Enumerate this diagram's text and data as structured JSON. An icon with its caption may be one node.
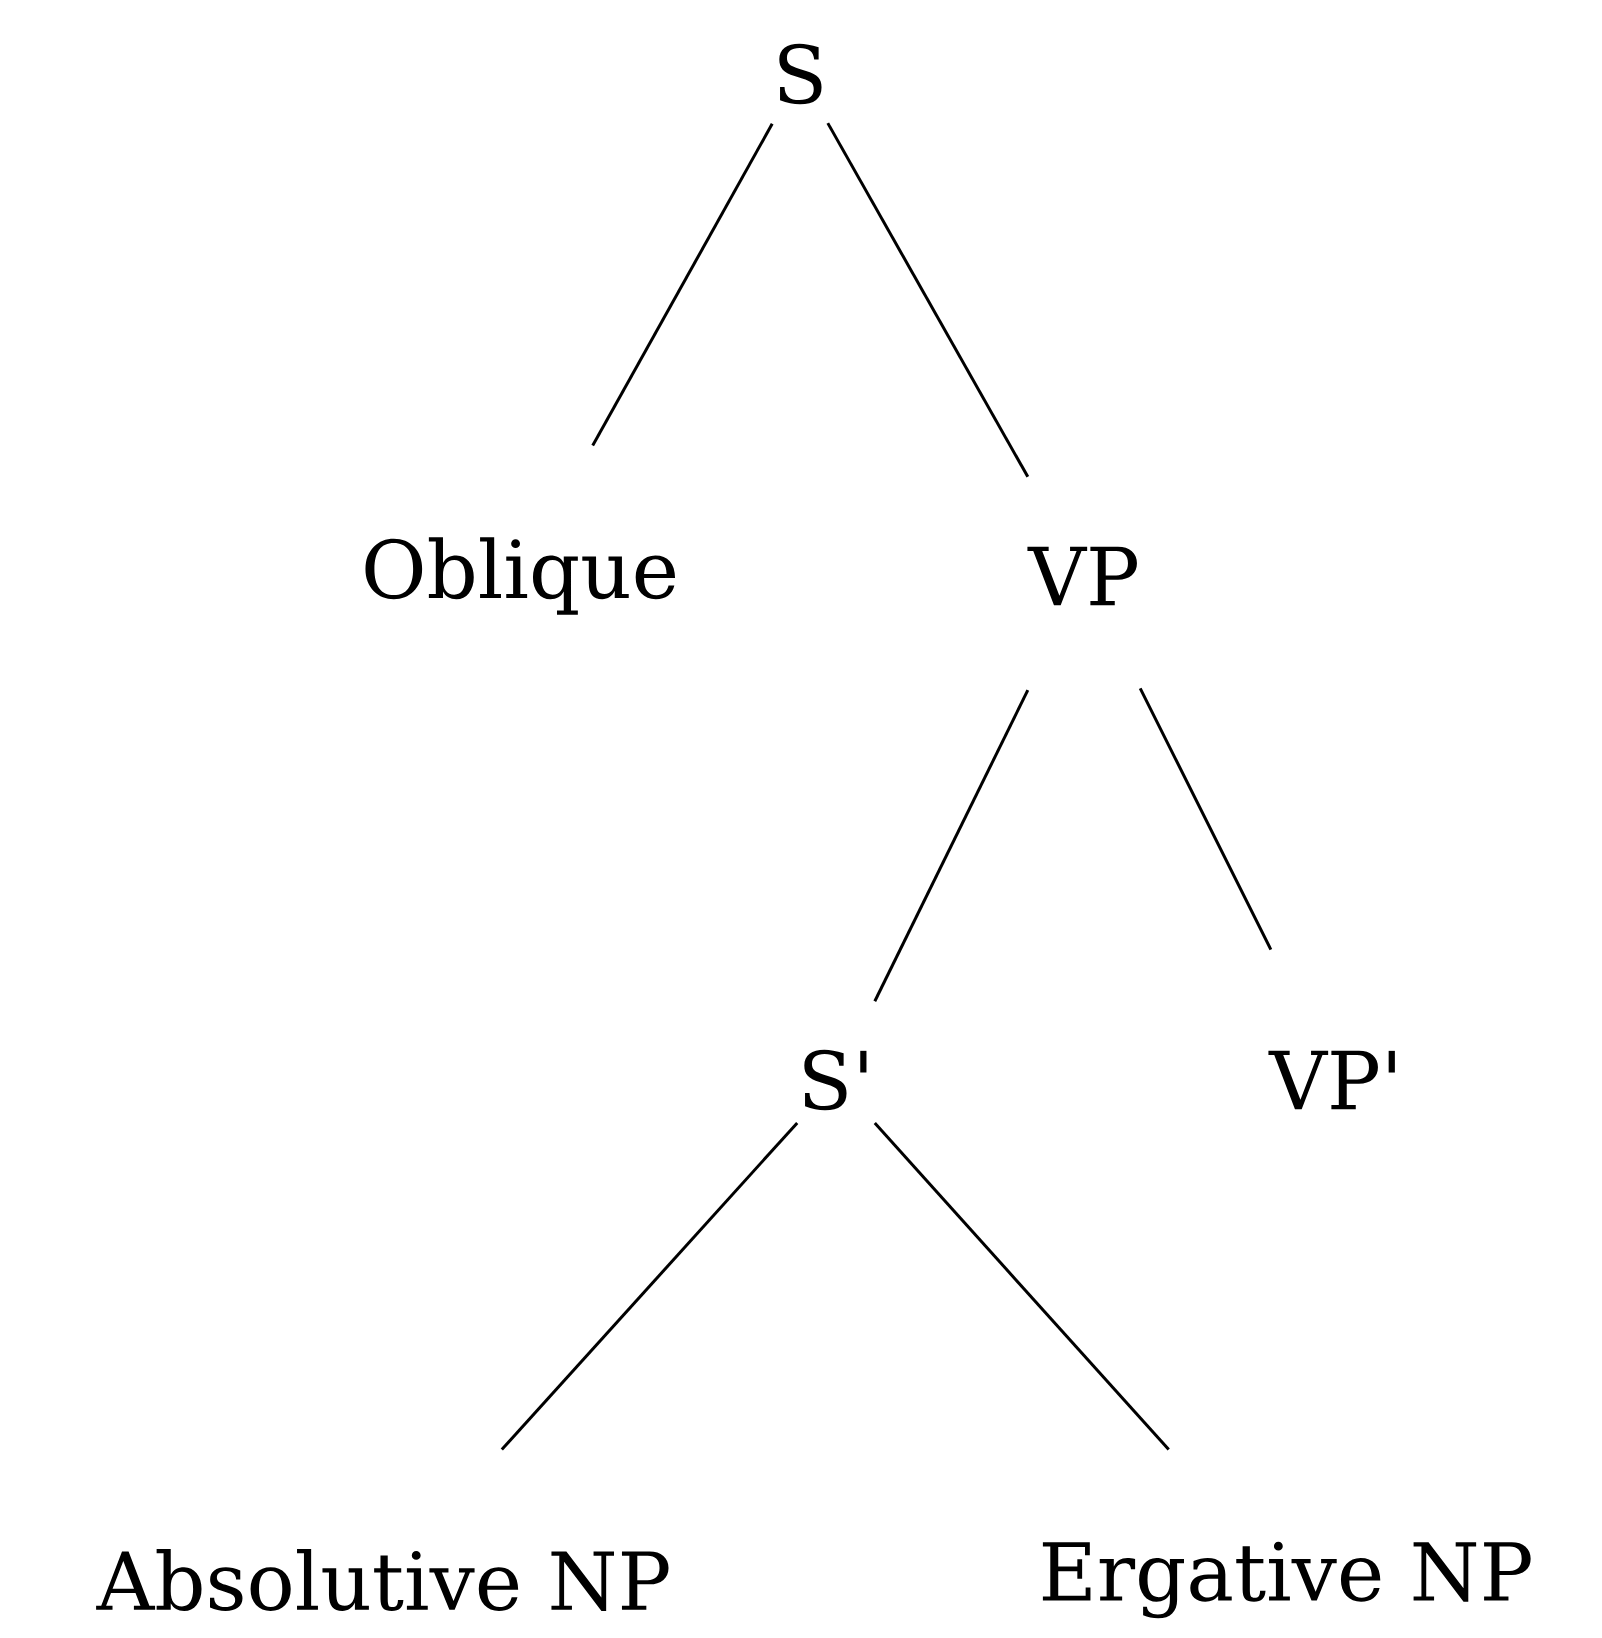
{
  "diagram": {
    "nodes": [
      {
        "text": [
          "S"
        ]
      },
      {
        "text": [
          "Oblique"
        ]
      },
      {
        "text": [
          "VP"
        ]
      },
      {
        "text": [
          "S'"
        ]
      },
      {
        "text": [
          "VP'"
        ]
      },
      {
        "text": [
          "Absolutive NP"
        ]
      },
      {
        "text": [
          "Ergative NP"
        ]
      }
    ],
    "edges": [
      {
        "from": 0,
        "to": 1,
        "arrow": "none"
      },
      {
        "from": 0,
        "to": 2,
        "arrow": "none"
      },
      {
        "from": 2,
        "to": 3,
        "arrow": "none"
      },
      {
        "from": 2,
        "to": 4,
        "arrow": "none"
      },
      {
        "from": 3,
        "to": 5,
        "arrow": "none"
      },
      {
        "from": 3,
        "to": 6,
        "arrow": "none"
      }
    ]
  }
}
